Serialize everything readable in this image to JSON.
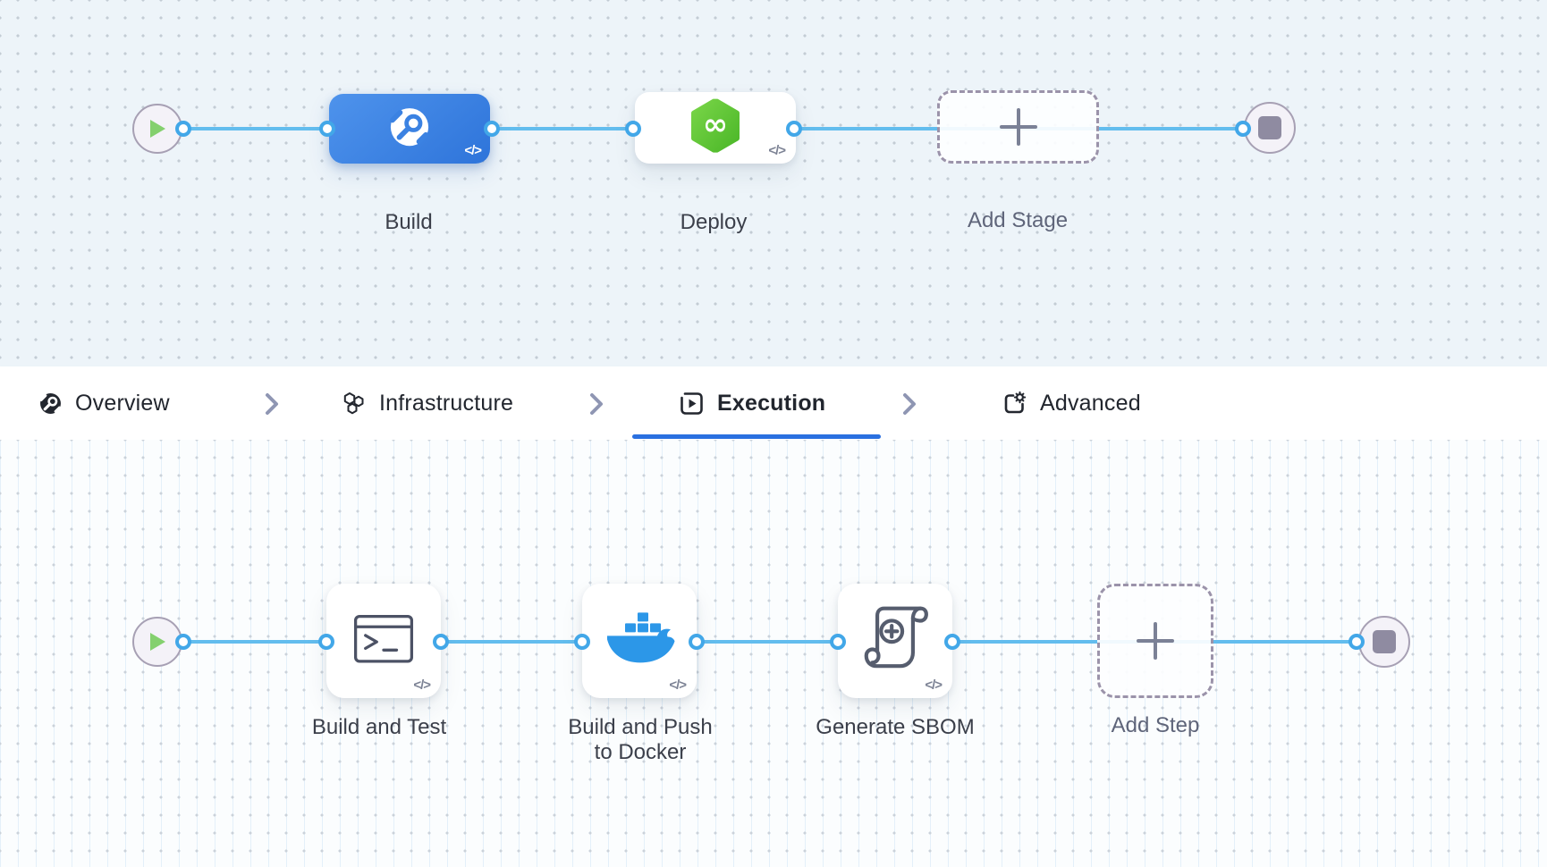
{
  "colors": {
    "accent_blue": "#2a70e0",
    "connector_blue": "#63bdee",
    "port_ring_blue": "#42a7e8",
    "stage_selected_blue": "#2e74da",
    "cd_green": "#5fc838",
    "docker_blue": "#2c97e8",
    "canvas_top_bg": "#edf4f9",
    "canvas_bottom_bg": "#fbfdfe",
    "node_fill": "#f4f2f8",
    "node_border": "#a7a0b4",
    "play_green": "#84d06e",
    "stop_gray": "#8f8ba1",
    "dashed_border": "#9b93aa",
    "label_dark": "#3b3f4a",
    "label_gray": "#5f657a"
  },
  "glyphs": {
    "code_badge": "</>",
    "infinity": "∞"
  },
  "stage_pipeline": {
    "start_node": "pipeline-start",
    "end_node": "pipeline-end",
    "stages": [
      {
        "label": "Build",
        "icon": "harness-ci-icon",
        "selected": true,
        "code_badge": "</>"
      },
      {
        "label": "Deploy",
        "icon": "harness-cd-icon",
        "selected": false,
        "code_badge": "</>"
      },
      {
        "label": "Add Stage",
        "icon": "plus-icon",
        "selected": false
      }
    ]
  },
  "tab_bar": {
    "active_tab": "Execution",
    "tabs": [
      {
        "label": "Overview",
        "icon": "overview-icon"
      },
      {
        "label": "Infrastructure",
        "icon": "infrastructure-icon"
      },
      {
        "label": "Execution",
        "icon": "execution-icon"
      },
      {
        "label": "Advanced",
        "icon": "advanced-icon"
      }
    ]
  },
  "execution_pipeline": {
    "start_node": "execution-start",
    "end_node": "execution-end",
    "steps": [
      {
        "label": "Build and Test",
        "icon": "terminal-icon",
        "code_badge": "</>"
      },
      {
        "label": "Build and Push to Docker",
        "label_line1": "Build and Push",
        "label_line2": "to Docker",
        "icon": "docker-icon",
        "code_badge": "</>"
      },
      {
        "label": "Generate SBOM",
        "icon": "sbom-scroll-icon",
        "code_badge": "</>"
      },
      {
        "label": "Add Step",
        "icon": "plus-icon"
      }
    ]
  }
}
